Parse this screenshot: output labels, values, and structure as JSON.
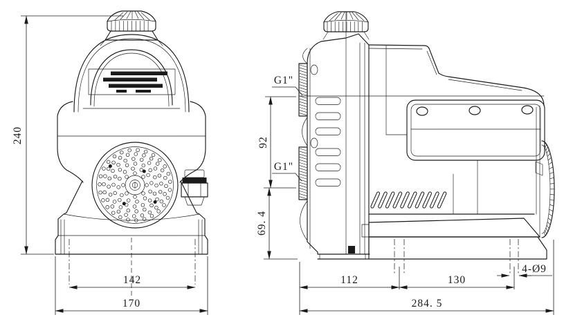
{
  "colors": {
    "line": "#1b1b1b",
    "background": "#ffffff"
  },
  "front_view": {
    "dim_height": "240",
    "dim_bolt_span": "142",
    "dim_base_width": "170"
  },
  "side_view": {
    "label_port_top": "G1\"",
    "label_port_bottom": "G1\"",
    "dim_port_spacing": "92",
    "dim_port_center_height": "69. 4",
    "dim_front_to_first_bolt": "112",
    "dim_bolt_spacing": "130",
    "dim_overall_length": "284. 5",
    "label_mounting_holes": "4-Ø9"
  }
}
